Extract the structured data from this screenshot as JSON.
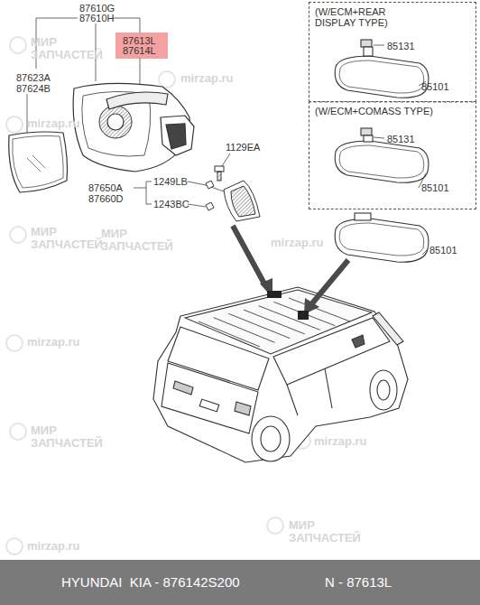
{
  "diagram": {
    "nodes": [
      {
        "text": [
          "(W/ECM+REAR DISPLAY TYPE)",
          "85131",
          "85101"
        ]
      },
      {
        "text": [
          "(W/ECM+COMASS TYPE)",
          "85131",
          "85101"
        ]
      },
      {
        "text": [
          "87613L",
          "87614L"
        ]
      },
      {
        "text": [
          "HYUNDAI  KIA - 876142S200",
          "N - 87613L"
        ]
      }
    ],
    "labels": [
      "87610G",
      "87610H",
      "87623A",
      "87624B",
      "1129EA",
      "87650A",
      "87660D",
      "1249LB",
      "1243BC",
      "85101",
      "МИР ЗАПЧАСТЕЙ",
      "mirzap.ru",
      "mirzap.ru",
      "МИР ЗАПЧАСТЕЙ",
      "МИР ЗАПЧАСТЕЙ",
      "mirzap.ru",
      "mirzap.ru",
      "МИР ЗАПЧАСТЕЙ",
      "mirzap.ru",
      "МИР ЗАПЧАСТЕЙ",
      "mirzap.ru"
    ]
  }
}
